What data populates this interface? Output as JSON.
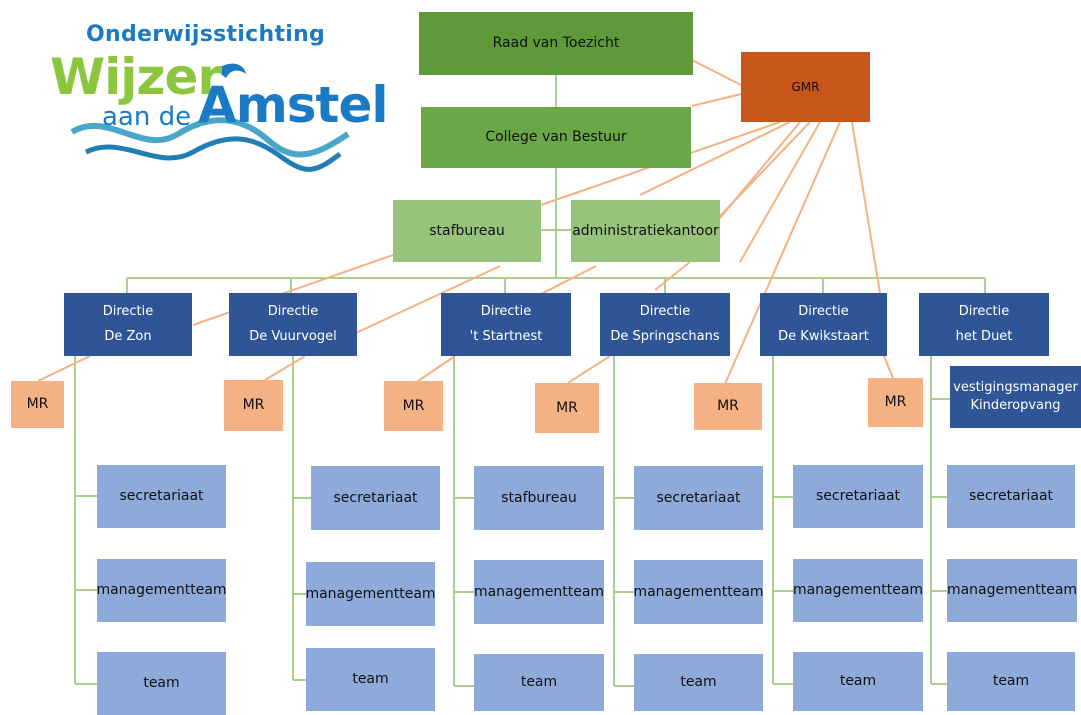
{
  "logo": {
    "line1": "Onderwijsstichting",
    "word1": "Wijzer",
    "word2": "aan de",
    "word3": "Amstel"
  },
  "top": {
    "raad": "Raad van Toezicht",
    "college": "College van Bestuur",
    "gmr": "GMR",
    "stafbureau": "stafbureau",
    "administratiekantoor": "administratiekantoor"
  },
  "schools": [
    {
      "dir1": "Directie",
      "dir2": "De Zon",
      "mr": "MR",
      "sub": [
        "secretariaat",
        "managementteam",
        "team"
      ]
    },
    {
      "dir1": "Directie",
      "dir2": "De Vuurvogel",
      "mr": "MR",
      "sub": [
        "secretariaat",
        "managementteam",
        "team"
      ]
    },
    {
      "dir1": "Directie",
      "dir2": "'t Startnest",
      "mr": "MR",
      "sub": [
        "stafbureau",
        "managementteam",
        "team"
      ]
    },
    {
      "dir1": "Directie",
      "dir2": "De Springschans",
      "mr": "MR",
      "sub": [
        "secretariaat",
        "managementteam",
        "team"
      ]
    },
    {
      "dir1": "Directie",
      "dir2": "De Kwikstaart",
      "mr": "MR",
      "sub": [
        "secretariaat",
        "managementteam",
        "team"
      ]
    },
    {
      "dir1": "Directie",
      "dir2": "het Duet",
      "mr": "MR",
      "sub": [
        "secretariaat",
        "managementteam",
        "team"
      ]
    }
  ],
  "vestiging": {
    "line1": "vestigingsmanager",
    "line2": "Kinderopvang"
  },
  "colors": {
    "green_line": "#a9d18e",
    "orange_line": "#f4b183",
    "directie": "#2f5597",
    "team_box": "#8eaadb",
    "mr_box": "#f4b183",
    "gmr_box": "#c6561a"
  }
}
